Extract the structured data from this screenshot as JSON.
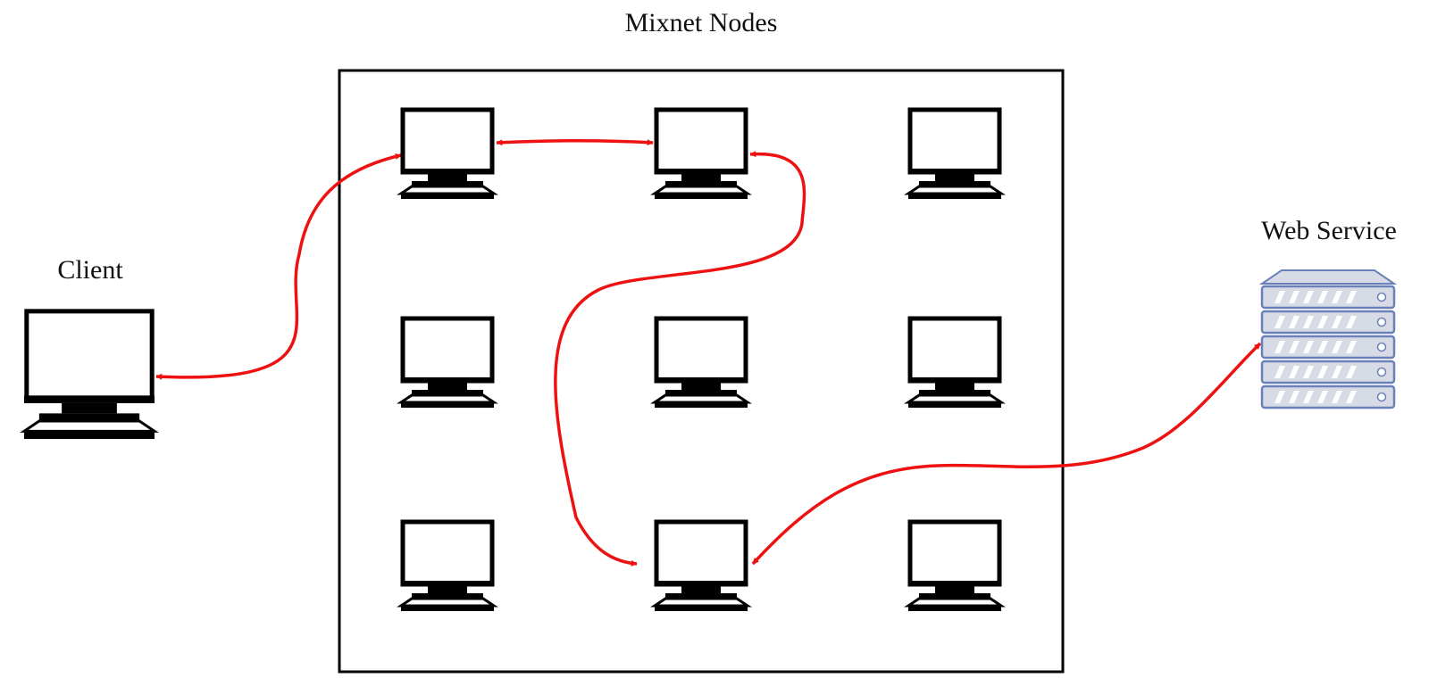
{
  "diagram": {
    "title": "Mixnet Nodes",
    "client_label": "Client",
    "service_label": "Web Service"
  },
  "colors": {
    "path": "#ee1111",
    "outline": "#000000",
    "server_fill": "#d7dbe6",
    "server_stroke": "#6a80b8"
  },
  "icons": {
    "client": "computer-icon",
    "node": "computer-icon",
    "service": "server-icon"
  },
  "nodes": [
    {
      "id": "n1",
      "row": 1,
      "col": 1,
      "on_path": true
    },
    {
      "id": "n2",
      "row": 1,
      "col": 2,
      "on_path": true
    },
    {
      "id": "n3",
      "row": 1,
      "col": 3,
      "on_path": false
    },
    {
      "id": "n4",
      "row": 2,
      "col": 1,
      "on_path": false
    },
    {
      "id": "n5",
      "row": 2,
      "col": 2,
      "on_path": false
    },
    {
      "id": "n6",
      "row": 2,
      "col": 3,
      "on_path": false
    },
    {
      "id": "n7",
      "row": 3,
      "col": 1,
      "on_path": false
    },
    {
      "id": "n8",
      "row": 3,
      "col": 2,
      "on_path": true
    },
    {
      "id": "n9",
      "row": 3,
      "col": 3,
      "on_path": false
    }
  ],
  "connections": [
    {
      "from": "client",
      "to": "n1",
      "bidirectional": true
    },
    {
      "from": "n1",
      "to": "n2",
      "bidirectional": true
    },
    {
      "from": "n2",
      "to": "n8",
      "bidirectional": true
    },
    {
      "from": "n8",
      "to": "service",
      "bidirectional": true
    }
  ]
}
